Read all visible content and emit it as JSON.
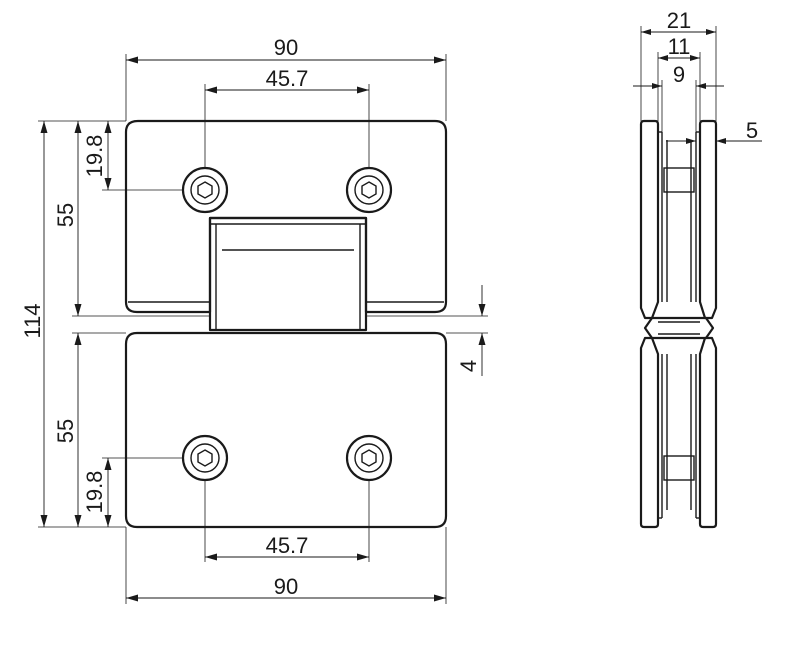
{
  "dimensions": {
    "front_top_width": "90",
    "front_top_hole_spacing": "45.7",
    "front_bottom_width": "90",
    "front_bottom_hole_spacing": "45.7",
    "overall_height": "114",
    "top_leaf_height": "55",
    "bottom_leaf_height": "55",
    "top_hole_offset": "19.8",
    "bottom_hole_offset": "19.8",
    "leaf_gap": "4",
    "side_overall_thickness": "21",
    "side_inner_width": "11",
    "side_glass_gap": "9",
    "side_plate_gap": "5"
  }
}
